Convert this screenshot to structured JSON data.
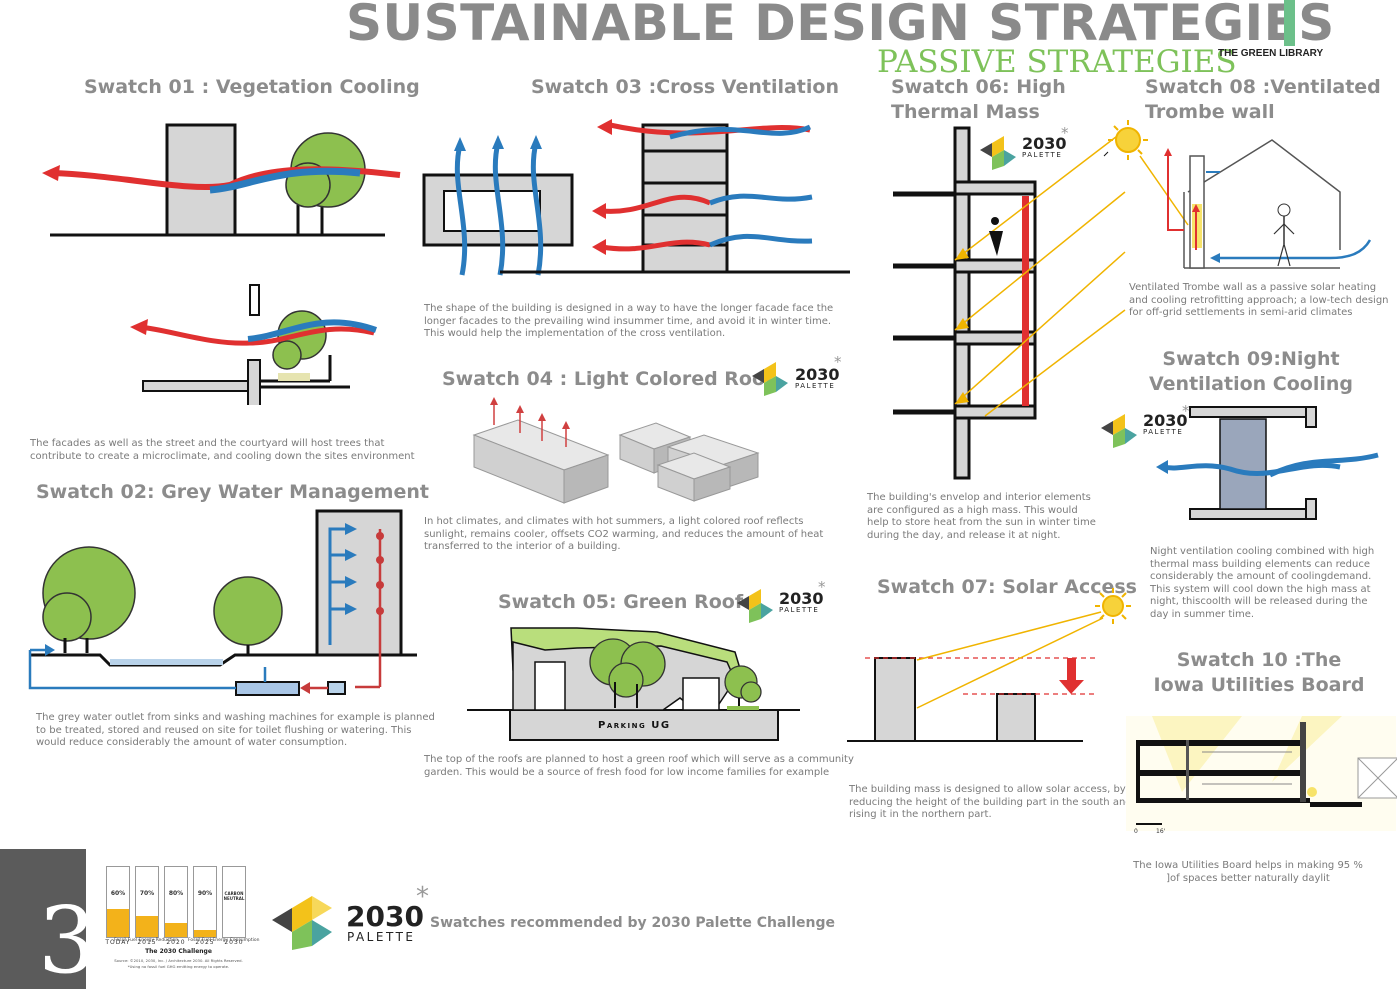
{
  "header": {
    "title": "SUSTAINABLE DESIGN STRATEGIES",
    "subtitle": "PASSIVE STRATEGIES",
    "brand": "THE GREEN LIBRARY",
    "page_number": "3"
  },
  "palette_logo": {
    "year": "2030",
    "word": "PALETTE",
    "star": "*"
  },
  "swatches": [
    {
      "id": "s01",
      "title": "Swatch 01 : Vegetation Cooling",
      "desc": "The facades as well as the street and the courtyard will host trees that contribute to create a microclimate, and cooling down the sites  environment"
    },
    {
      "id": "s02",
      "title": "Swatch 02: Grey Water Management",
      "desc": "The grey water outlet from sinks and washing machines for example is planned to be treated, stored and reused on site for toilet flushing or watering. This would reduce considerably the amount of water consumption."
    },
    {
      "id": "s03",
      "title": "Swatch 03 :Cross Ventilation",
      "desc": "The shape of the building is designed in a way to have the longer facade face the longer facades to the prevailing wind insummer time, and avoid it in winter time. This would help the implementation of the cross ventilation."
    },
    {
      "id": "s04",
      "title": "Swatch 04 : Light Colored Roof",
      "desc": "In hot climates, and climates with hot summers, a light colored roof reflects sunlight, remains cooler, offsets CO2 warming, and reduces the amount of heat transferred to the interior of a building."
    },
    {
      "id": "s05",
      "title": "Swatch 05: Green Roof",
      "desc": "The top of the roofs are planned to host a green roof which will serve as a community garden. This would be a source of fresh food for low income families for example",
      "parking_label": "Parking UG"
    },
    {
      "id": "s06",
      "title": "Swatch 06: High Thermal Mass",
      "desc": "The building's envelop and interior elements are configured as a high mass. This would help to store heat from the sun in winter time during the day, and release it at night."
    },
    {
      "id": "s07",
      "title": "Swatch 07: Solar Access",
      "desc": "The building mass is designed to allow solar access, by reducing the height of the building part in the south and rising it in the northern part."
    },
    {
      "id": "s08",
      "title": "Swatch 08 :Ventilated Trombe wall",
      "desc": "Ventilated Trombe wall as a passive solar heating and cooling retrofitting approach; a low-tech design for off-grid settlements in semi-arid climates"
    },
    {
      "id": "s09",
      "title": "Swatch 09:Night Ventilation Cooling",
      "desc": "Night ventilation cooling combined with high thermal mass building elements can reduce considerably the amount of coolingdemand. This system will cool down the high mass at night, thiscoolth will be released during the day in summer time."
    },
    {
      "id": "s10",
      "title": "Swatch 10 :The Iowa Utilities Board",
      "desc": "The Iowa Utilities Board helps in making 95 % ]of spaces better naturally daylit",
      "scale": [
        "0",
        "16'"
      ]
    }
  ],
  "footer": {
    "caption": "Swatches recommended by 2030 Palette Challenge",
    "challenge_chart": {
      "bars": [
        {
          "label": "60%",
          "year": "TODAY",
          "fill": 0.4
        },
        {
          "label": "70%",
          "year": "2015",
          "fill": 0.3
        },
        {
          "label": "80%",
          "year": "2020",
          "fill": 0.2
        },
        {
          "label": "90%",
          "year": "2025",
          "fill": 0.1
        },
        {
          "label": "CARBON NEUTRAL",
          "year": "2030",
          "fill": 0.0
        }
      ],
      "legend": [
        "Fossil Fuel Energy Reduction",
        "Fossil Fuel Energy Consumption"
      ],
      "title": "The 2030 Challenge",
      "source": "Source: ©2010, 2030, Inc. / Architecture 2030. All Rights Reserved.",
      "source2": "*Using no fossil fuel GHG emitting energy to operate."
    }
  },
  "colors": {
    "title_gray": "#8a8a8a",
    "green": "#7ec25a",
    "warm_air": "#e03030",
    "cool_air": "#2a7bbd",
    "sun": "#f3c21a",
    "building": "#d6d6d6"
  }
}
